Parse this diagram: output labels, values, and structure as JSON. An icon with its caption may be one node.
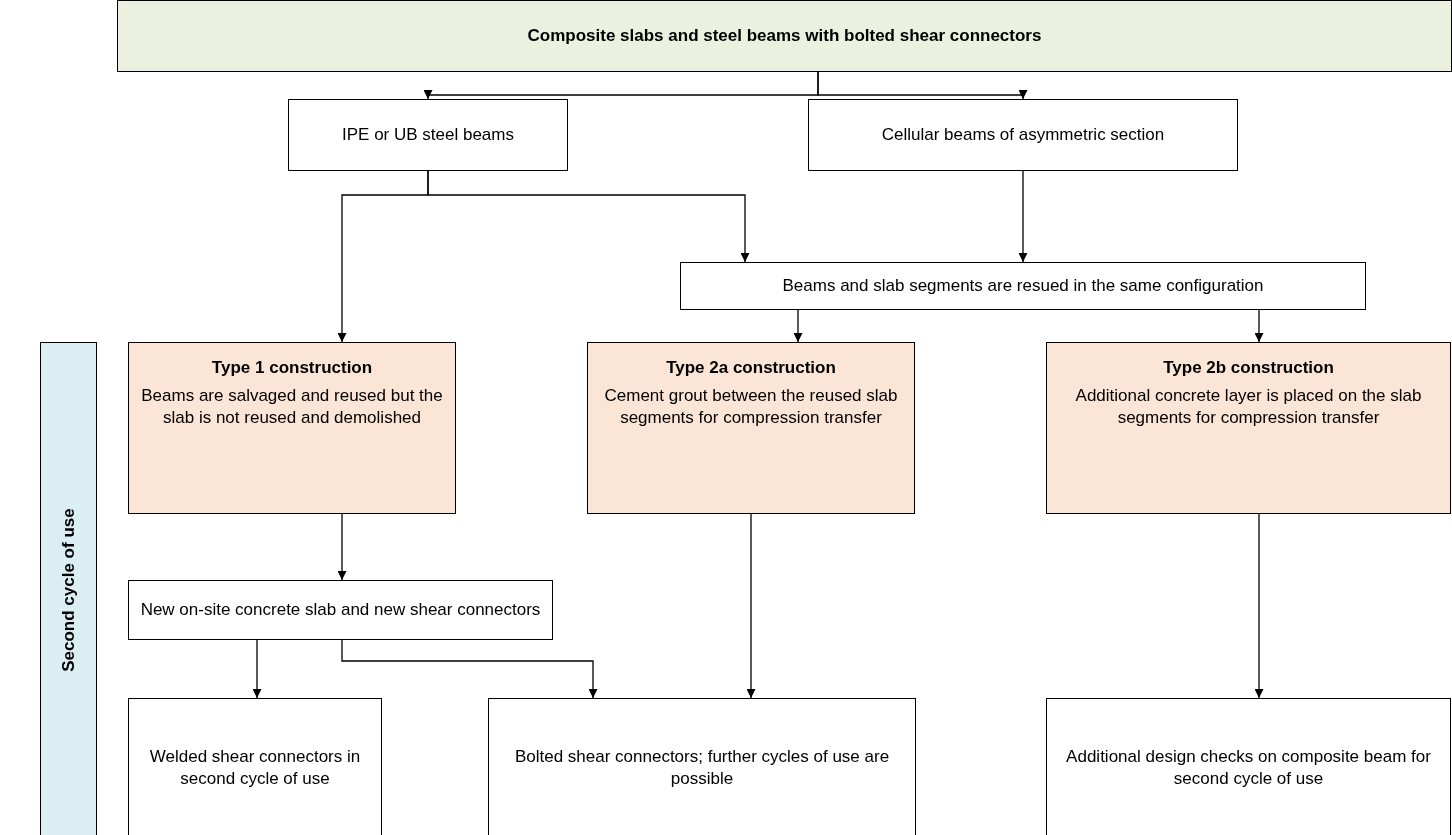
{
  "diagram": {
    "nodes": [
      {
        "text": [
          "Composite slabs and steel beams with bolted shear connectors"
        ]
      },
      {
        "text": [
          "IPE or UB steel beams"
        ]
      },
      {
        "text": [
          "Cellular beams of asymmetric section"
        ]
      },
      {
        "text": [
          "Beams and slab segments are resued in the same configuration"
        ]
      },
      {
        "text": [
          "Type 1 construction",
          "Beams are salvaged and reused but the slab is not reused and demolished"
        ]
      },
      {
        "text": [
          "Type 2a construction",
          "Cement grout between the reused slab segments for compression transfer"
        ]
      },
      {
        "text": [
          "Type 2b construction",
          "Additional concrete layer is placed on the slab segments for compression transfer"
        ]
      },
      {
        "text": [
          "New on-site concrete slab and new shear connectors"
        ]
      },
      {
        "text": [
          "Welded shear connectors in second cycle of use"
        ]
      },
      {
        "text": [
          "Bolted shear connectors; further cycles of use are possible"
        ]
      },
      {
        "text": [
          "Additional design checks on composite beam for second cycle of use"
        ]
      },
      {
        "text": [
          "Second cycle of use"
        ]
      }
    ],
    "edges": [
      {
        "from": 0,
        "to": 1,
        "arrow": "to"
      },
      {
        "from": 0,
        "to": 2,
        "arrow": "to"
      },
      {
        "from": 1,
        "to": 4,
        "arrow": "to"
      },
      {
        "from": 1,
        "to": 3,
        "arrow": "to"
      },
      {
        "from": 2,
        "to": 3,
        "arrow": "to"
      },
      {
        "from": 3,
        "to": 5,
        "arrow": "to"
      },
      {
        "from": 3,
        "to": 6,
        "arrow": "to"
      },
      {
        "from": 4,
        "to": 7,
        "arrow": "to"
      },
      {
        "from": 7,
        "to": 8,
        "arrow": "to"
      },
      {
        "from": 7,
        "to": 9,
        "arrow": "to"
      },
      {
        "from": 5,
        "to": 9,
        "arrow": "to"
      },
      {
        "from": 6,
        "to": 10,
        "arrow": "to"
      }
    ]
  }
}
